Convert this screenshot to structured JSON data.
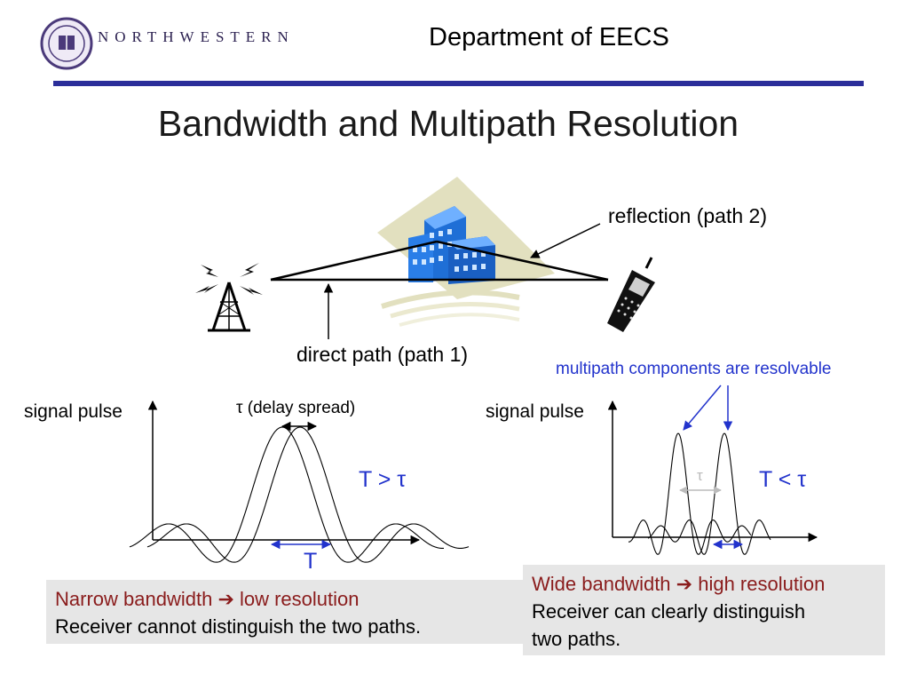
{
  "header": {
    "logo_text": "NORTHWESTERN",
    "department": "Department of EECS"
  },
  "title": "Bandwidth and Multipath Resolution",
  "scene": {
    "reflection_label": "reflection (path 2)",
    "direct_label": "direct path (path 1)",
    "resolvable_label": "multipath components are resolvable"
  },
  "left_plot": {
    "ylabel": "signal pulse",
    "delay_label": "τ (delay spread)",
    "relation": "T > τ",
    "period_label": "T"
  },
  "right_plot": {
    "ylabel": "signal pulse",
    "tau_label": "τ",
    "relation": "T < τ"
  },
  "left_box": {
    "heading_a": "Narrow bandwidth ",
    "arrow": "➔",
    "heading_b": " low resolution",
    "body": "Receiver cannot distinguish the two paths."
  },
  "right_box": {
    "heading_a": "Wide bandwidth ",
    "arrow": "➔",
    "heading_b": " high resolution",
    "body_1": "Receiver can clearly distinguish",
    "body_2": "two paths."
  },
  "colors": {
    "rule": "#2b2e9a",
    "accent_blue": "#2233cc",
    "dark_red": "#8a1c1c",
    "box_bg": "#e6e6e6"
  }
}
